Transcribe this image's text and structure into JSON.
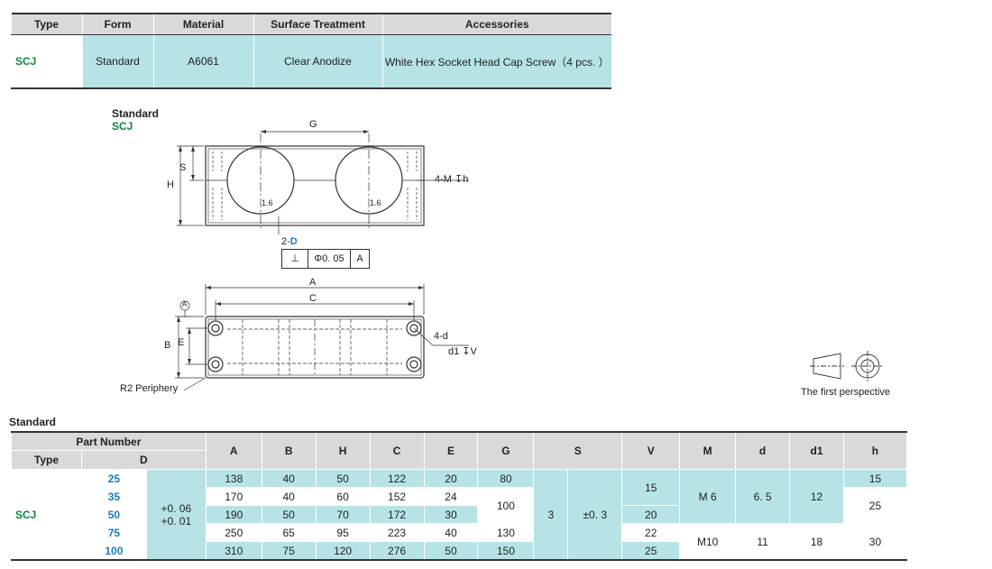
{
  "spec": {
    "headers": [
      "Type",
      "Form",
      "Material",
      "Surface Treatment",
      "Accessories"
    ],
    "row": [
      "SCJ",
      "Standard",
      "A6061",
      "Clear Anodize",
      "White Hex Socket Head Cap Screw（4 pcs. ）"
    ]
  },
  "drawing": {
    "title": "Standard",
    "subtitle": "SCJ",
    "dim_G": "G",
    "dim_S": "S",
    "dim_H": "H",
    "hole_callout": "4-M ↧h",
    "bore_callout_prefix": "2-",
    "bore_callout_letter": "D",
    "tol_symbol": "⊥",
    "tol_value": "Φ0. 05",
    "tol_datum": "A",
    "dim_A": "A",
    "dim_C": "C",
    "dim_B": "B",
    "dim_E": "E",
    "datum_label": "A",
    "counterbore_1": "4-d",
    "counterbore_2": "d1 ↧V",
    "periphery": "R2 Periphery",
    "r16": "1.6",
    "perspective": "The first perspective"
  },
  "table": {
    "title": "Standard",
    "part_number": "Part Number",
    "type_h": "Type",
    "d_h": "D",
    "cols": [
      "A",
      "B",
      "H",
      "C",
      "E",
      "G",
      "S",
      "V",
      "M",
      "d",
      "d1",
      "h"
    ],
    "type": "SCJ",
    "tol_upper": "+0. 06",
    "tol_lower": "+0. 01",
    "S_val": "3",
    "S_tol": "±0. 3",
    "rows": [
      {
        "D": "25",
        "A": "138",
        "B": "40",
        "H": "50",
        "C": "122",
        "E": "20",
        "G": "80"
      },
      {
        "D": "35",
        "A": "170",
        "B": "40",
        "H": "60",
        "C": "152",
        "E": "24",
        "G": "100"
      },
      {
        "D": "50",
        "A": "190",
        "B": "50",
        "H": "70",
        "C": "172",
        "E": "30",
        "G": "100"
      },
      {
        "D": "75",
        "A": "250",
        "B": "65",
        "H": "95",
        "C": "223",
        "E": "40",
        "G": "130"
      },
      {
        "D": "100",
        "A": "310",
        "B": "75",
        "H": "120",
        "C": "276",
        "E": "50",
        "G": "150"
      }
    ],
    "V": [
      "15",
      "20",
      "22",
      "25"
    ],
    "M": [
      "M 6",
      "M10"
    ],
    "d": [
      "6. 5",
      "11"
    ],
    "d1": [
      "12",
      "18"
    ],
    "h": [
      "15",
      "25",
      "30"
    ]
  }
}
